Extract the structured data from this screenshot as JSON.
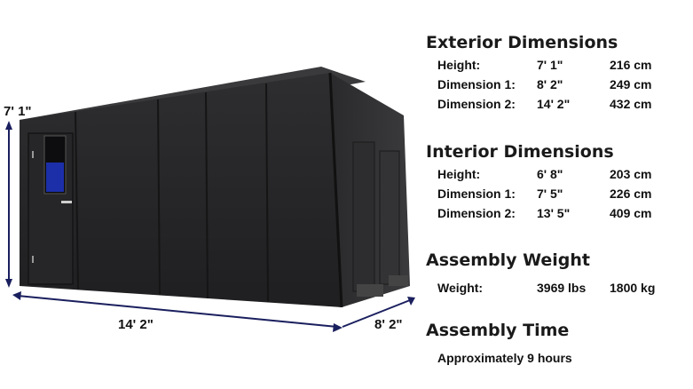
{
  "booth_labels": {
    "height": "7' 1\"",
    "length": "14' 2\"",
    "width": "8' 2\""
  },
  "sections": [
    {
      "title": "Exterior Dimensions",
      "rows": [
        {
          "label": "Height:",
          "imperial": "7' 1\"",
          "metric": "216 cm"
        },
        {
          "label": "Dimension 1:",
          "imperial": "8' 2\"",
          "metric": "249 cm"
        },
        {
          "label": "Dimension 2:",
          "imperial": "14' 2\"",
          "metric": "432 cm"
        }
      ]
    },
    {
      "title": "Interior Dimensions",
      "rows": [
        {
          "label": "Height:",
          "imperial": "6' 8\"",
          "metric": "203 cm"
        },
        {
          "label": "Dimension 1:",
          "imperial": "7' 5\"",
          "metric": "226 cm"
        },
        {
          "label": "Dimension 2:",
          "imperial": "13' 5\"",
          "metric": "409 cm"
        }
      ]
    },
    {
      "title": "Assembly Weight",
      "rows": [
        {
          "label": "Weight:",
          "imperial": "3969 lbs",
          "metric": "1800 kg"
        }
      ]
    }
  ],
  "assembly_time": {
    "title": "Assembly Time",
    "value": "Approximately 9 hours"
  }
}
